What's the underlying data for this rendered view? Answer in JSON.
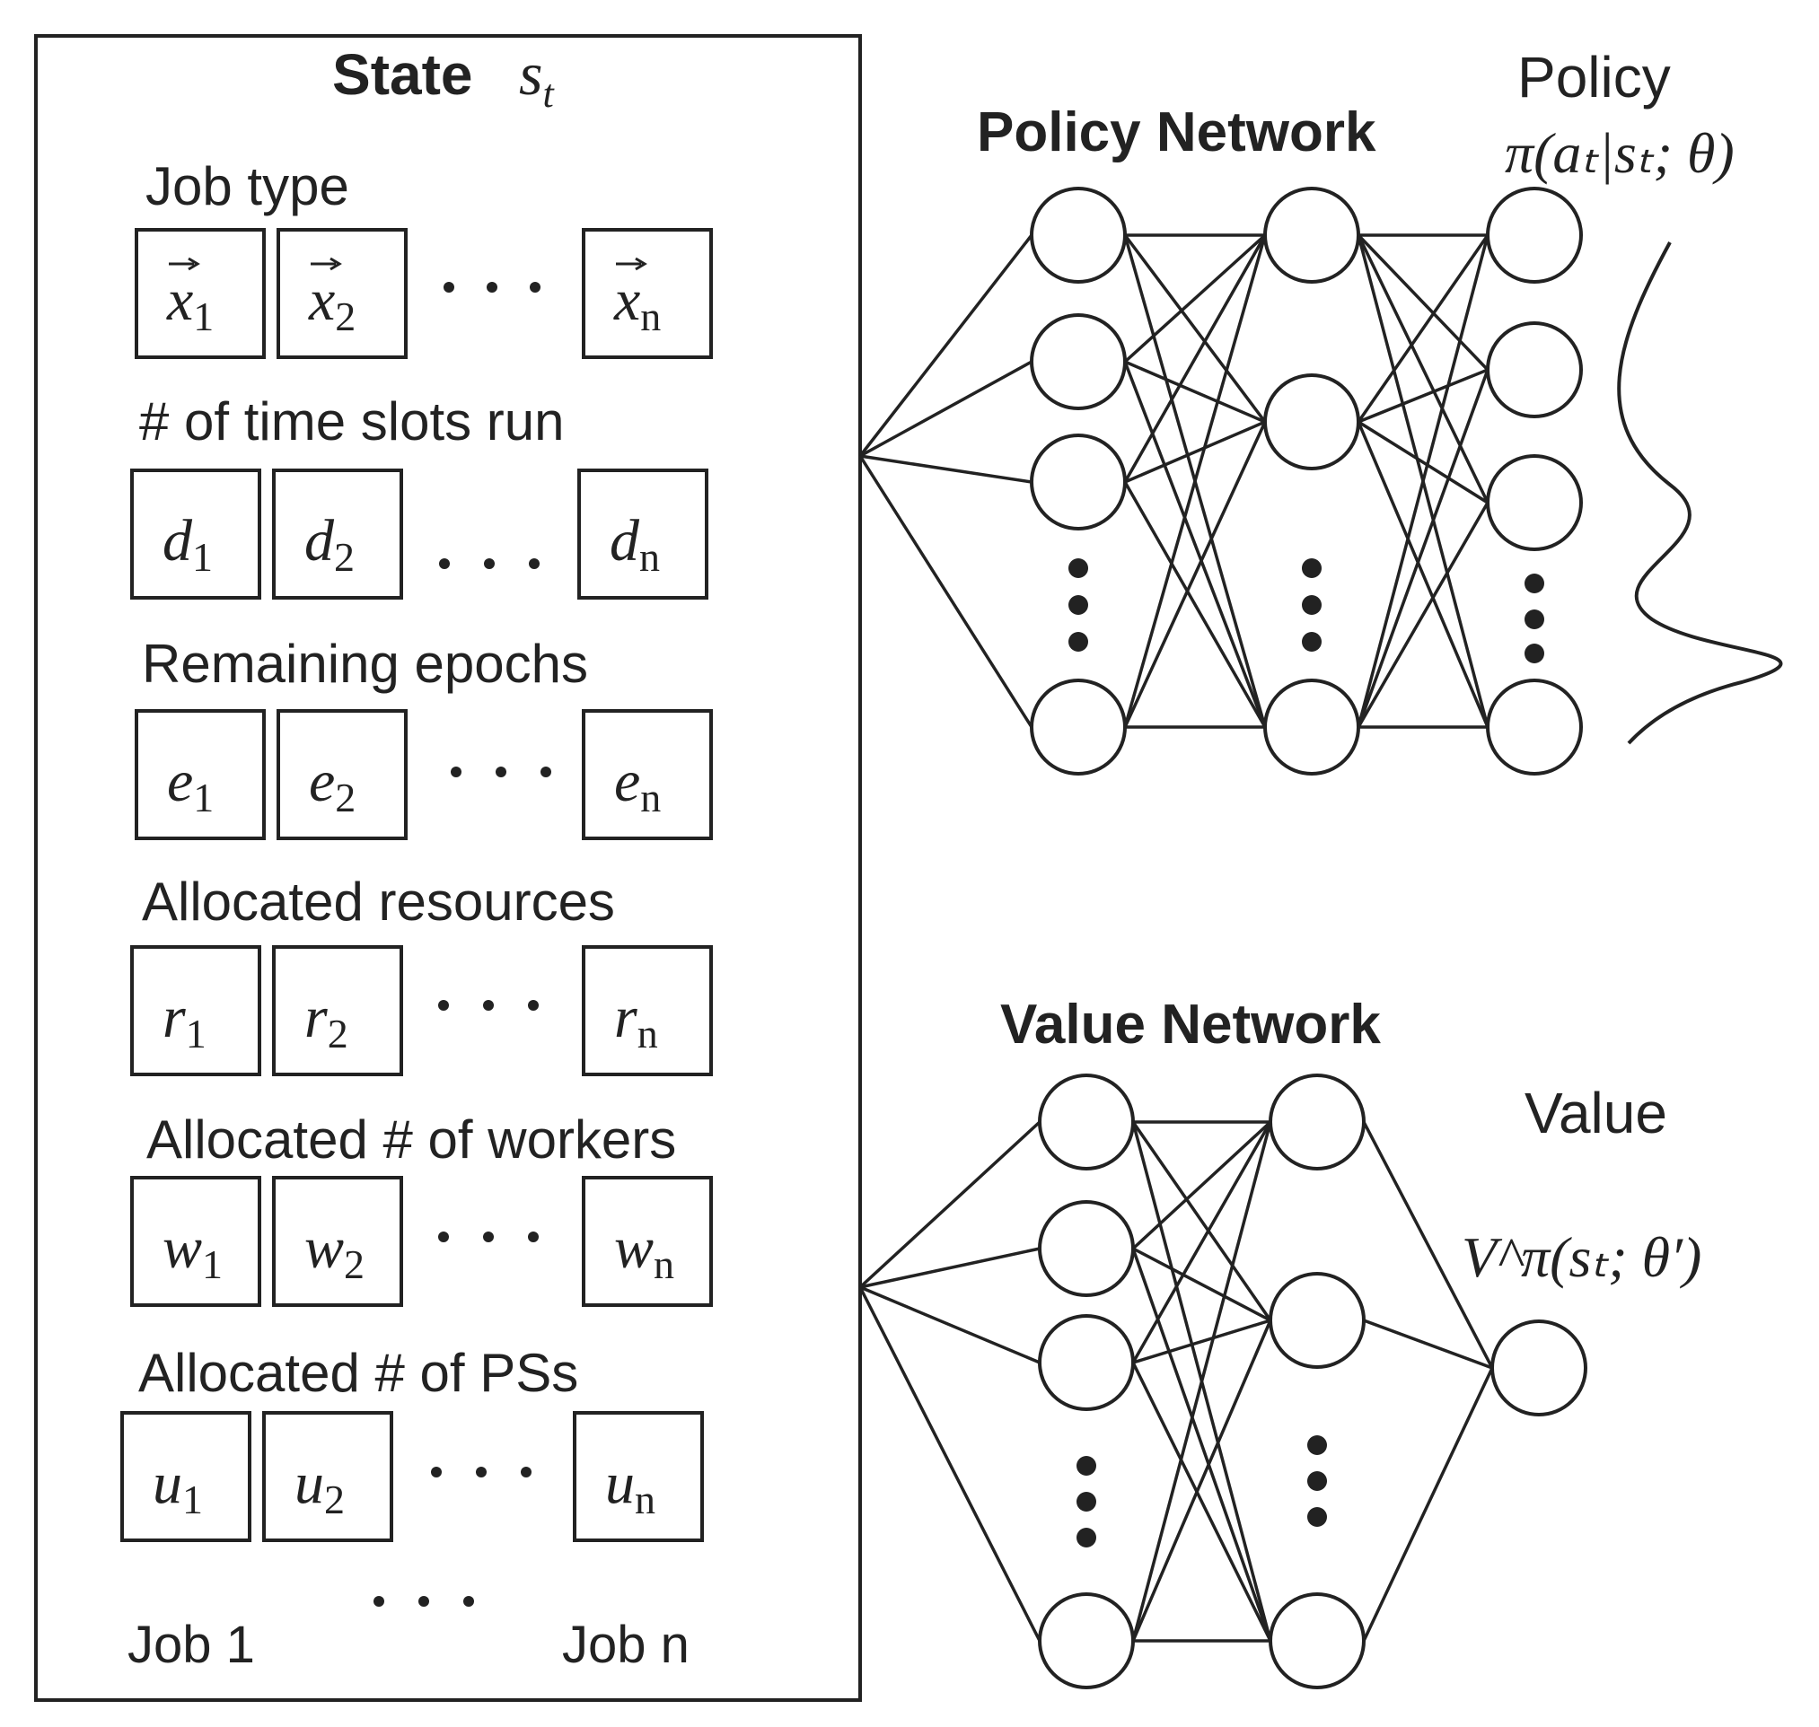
{
  "state_panel": {
    "title": "State",
    "title_symbol_base": "s",
    "title_symbol_sub": "t",
    "groups": [
      {
        "label": "Job type",
        "var": "x",
        "vector": true,
        "cells": [
          {
            "base": "x",
            "sub": "1"
          },
          {
            "base": "x",
            "sub": "2"
          },
          {
            "base": "x",
            "sub": "n"
          }
        ]
      },
      {
        "label": "# of time slots run",
        "var": "d",
        "vector": false,
        "cells": [
          {
            "base": "d",
            "sub": "1"
          },
          {
            "base": "d",
            "sub": "2"
          },
          {
            "base": "d",
            "sub": "n"
          }
        ]
      },
      {
        "label": "Remaining epochs",
        "var": "e",
        "vector": false,
        "cells": [
          {
            "base": "e",
            "sub": "1"
          },
          {
            "base": "e",
            "sub": "2"
          },
          {
            "base": "e",
            "sub": "n"
          }
        ]
      },
      {
        "label": "Allocated resources",
        "var": "r",
        "vector": false,
        "cells": [
          {
            "base": "r",
            "sub": "1"
          },
          {
            "base": "r",
            "sub": "2"
          },
          {
            "base": "r",
            "sub": "n"
          }
        ]
      },
      {
        "label": "Allocated # of workers",
        "var": "w",
        "vector": false,
        "cells": [
          {
            "base": "w",
            "sub": "1"
          },
          {
            "base": "w",
            "sub": "2"
          },
          {
            "base": "w",
            "sub": "n"
          }
        ]
      },
      {
        "label": "Allocated # of PSs",
        "var": "u",
        "vector": false,
        "cells": [
          {
            "base": "u",
            "sub": "1"
          },
          {
            "base": "u",
            "sub": "2"
          },
          {
            "base": "u",
            "sub": "n"
          }
        ]
      }
    ],
    "footer_left": "Job 1",
    "footer_right": "Job n"
  },
  "policy_network": {
    "title": "Policy Network",
    "output_label": "Policy",
    "output_formula": "π(aₜ|sₜ; θ)"
  },
  "value_network": {
    "title": "Value Network",
    "output_label": "Value",
    "output_formula": "V^π(sₜ; θ′)"
  }
}
